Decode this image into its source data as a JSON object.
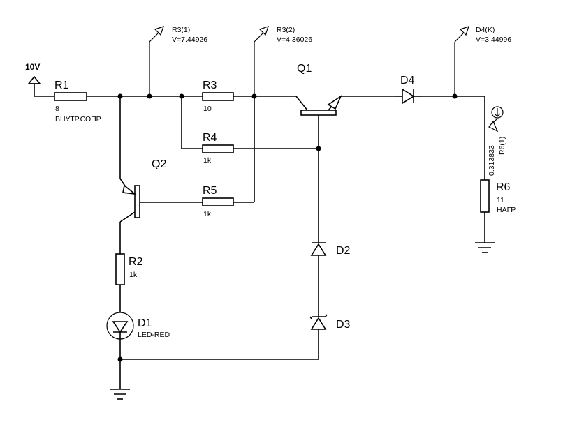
{
  "source": {
    "label": "10V"
  },
  "components": {
    "R1": {
      "name": "R1",
      "value": "8",
      "desc": "ВНУТР.СОПР."
    },
    "R2": {
      "name": "R2",
      "value": "1k"
    },
    "R3": {
      "name": "R3",
      "value": "10"
    },
    "R4": {
      "name": "R4",
      "value": "1k"
    },
    "R5": {
      "name": "R5",
      "value": "1k"
    },
    "R6": {
      "name": "R6",
      "value": "11",
      "desc": "НАГР"
    },
    "Q1": {
      "name": "Q1"
    },
    "Q2": {
      "name": "Q2"
    },
    "D1": {
      "name": "D1",
      "value": "LED-RED"
    },
    "D2": {
      "name": "D2"
    },
    "D3": {
      "name": "D3"
    },
    "D4": {
      "name": "D4"
    }
  },
  "probes": {
    "r3_1": {
      "label": "R3(1)",
      "reading": "V=7.44926"
    },
    "r3_2": {
      "label": "R3(2)",
      "reading": "V=4.36026"
    },
    "d4_k": {
      "label": "D4(K)",
      "reading": "V=3.44996"
    },
    "r6_1": {
      "label": "R6(1)",
      "reading": "0.313833"
    }
  }
}
